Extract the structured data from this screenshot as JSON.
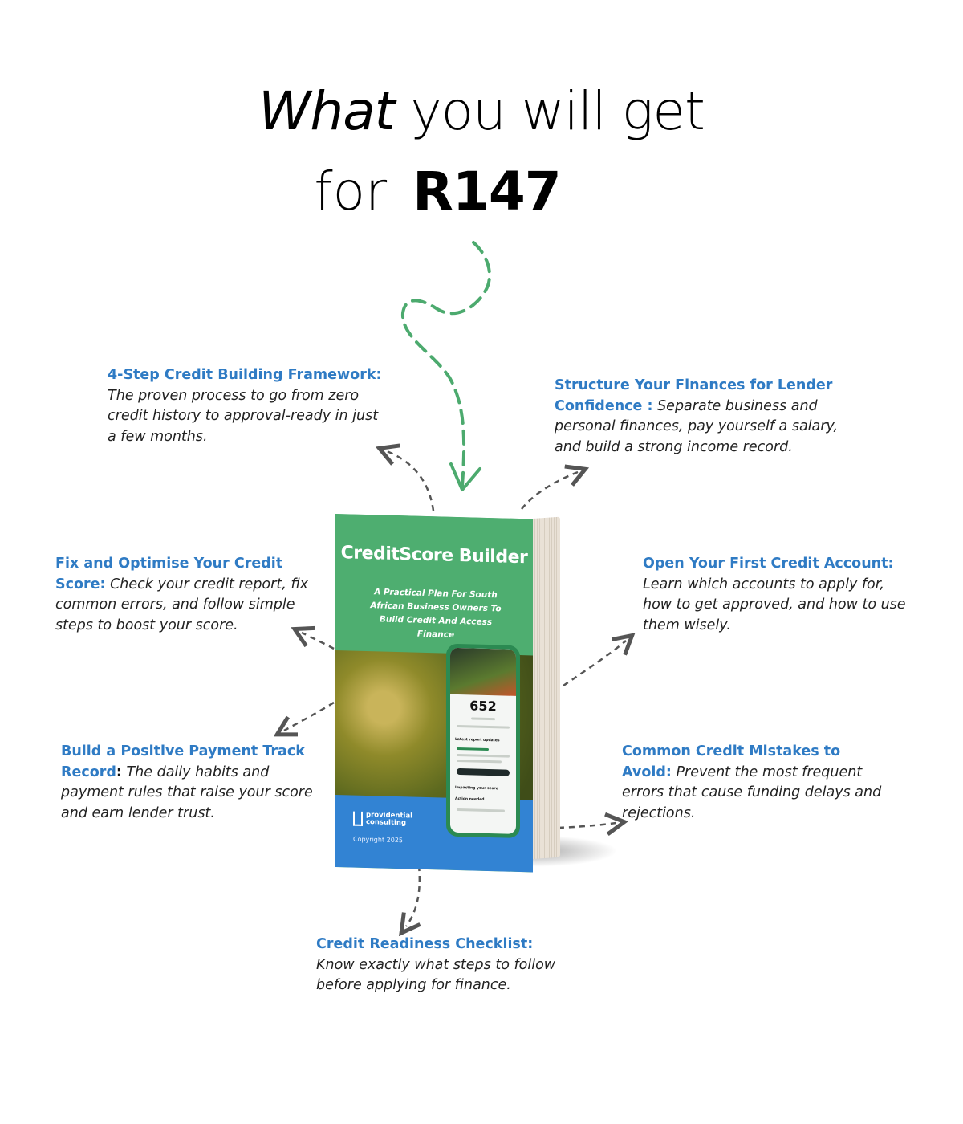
{
  "headline": {
    "italic_word": "What",
    "rest_line1": "you will get",
    "line2_prefix": "for",
    "price": "R147"
  },
  "features": [
    {
      "title": "4-Step Credit Building Framework:",
      "description": "The proven process to go from zero credit history to approval-ready in just a few months."
    },
    {
      "title": "Structure Your Finances for Lender Confidence :",
      "description": "Separate business and personal finances, pay yourself a salary, and build a strong income record."
    },
    {
      "title": "Fix and Optimise Your Credit Score:",
      "description": "Check your credit report, fix common errors, and follow simple steps to boost your score."
    },
    {
      "title": "Open Your First Credit Account:",
      "description": "Learn which accounts to apply for, how to get approved, and how to use them wisely."
    },
    {
      "title": "Build a Positive Payment Track Record",
      "title_colon": ":",
      "description": "The daily habits and payment rules that raise your score and earn lender trust."
    },
    {
      "title": "Common Credit Mistakes to Avoid:",
      "description": "Prevent the most frequent errors that cause funding delays and rejections."
    },
    {
      "title": "Credit Readiness Checklist:",
      "description": "Know exactly what steps to follow before applying for finance."
    }
  ],
  "book": {
    "title": "CreditScore Builder",
    "subtitle": "A Practical Plan For South African Business Owners To Build Credit And Access Finance",
    "brand_line1": "providential",
    "brand_line2": "consulting",
    "copyright": "Copyright 2025",
    "phone_score": "652",
    "phone_section1": "Latest report updates",
    "phone_section2": "Impacting your score",
    "phone_section3": "Action needed"
  },
  "colors": {
    "accent_blue": "#2f7bc4",
    "cover_green": "#4eae70",
    "cover_blue": "#3283d3",
    "arrow_green": "#4caa6e",
    "arrow_gray": "#555555"
  }
}
